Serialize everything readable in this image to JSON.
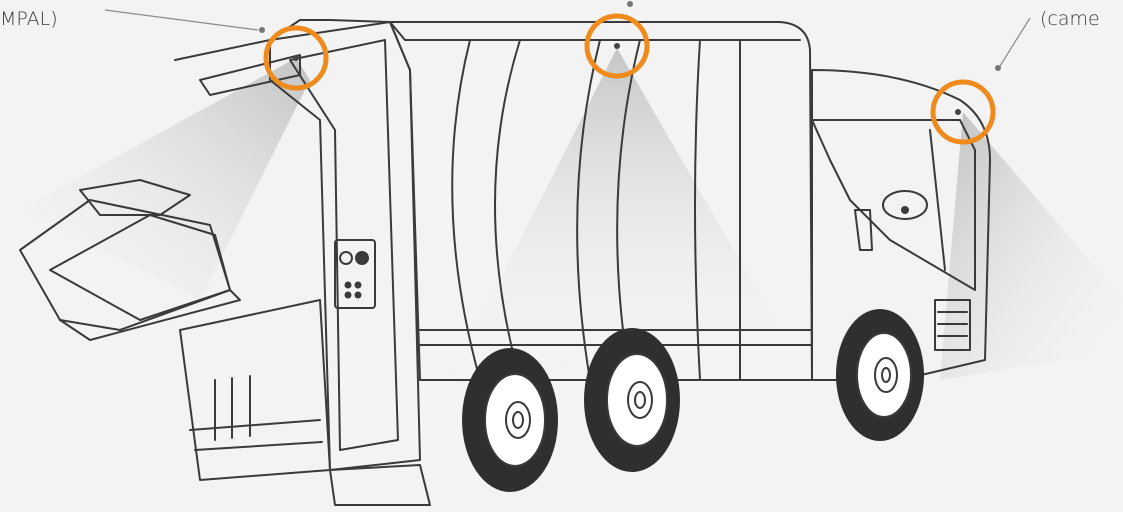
{
  "callouts": {
    "left_label": "MPAL)",
    "right_label": "(came"
  },
  "colors": {
    "background": "#f3f3f3",
    "outline": "#3a3a3a",
    "camera_ring": "#ef8a1c",
    "tyre": "#2f2f2f",
    "leader_line": "#8a8a8a"
  },
  "cameras": [
    {
      "name": "rear-top-camera"
    },
    {
      "name": "body-top-camera"
    },
    {
      "name": "cab-front-camera"
    }
  ]
}
